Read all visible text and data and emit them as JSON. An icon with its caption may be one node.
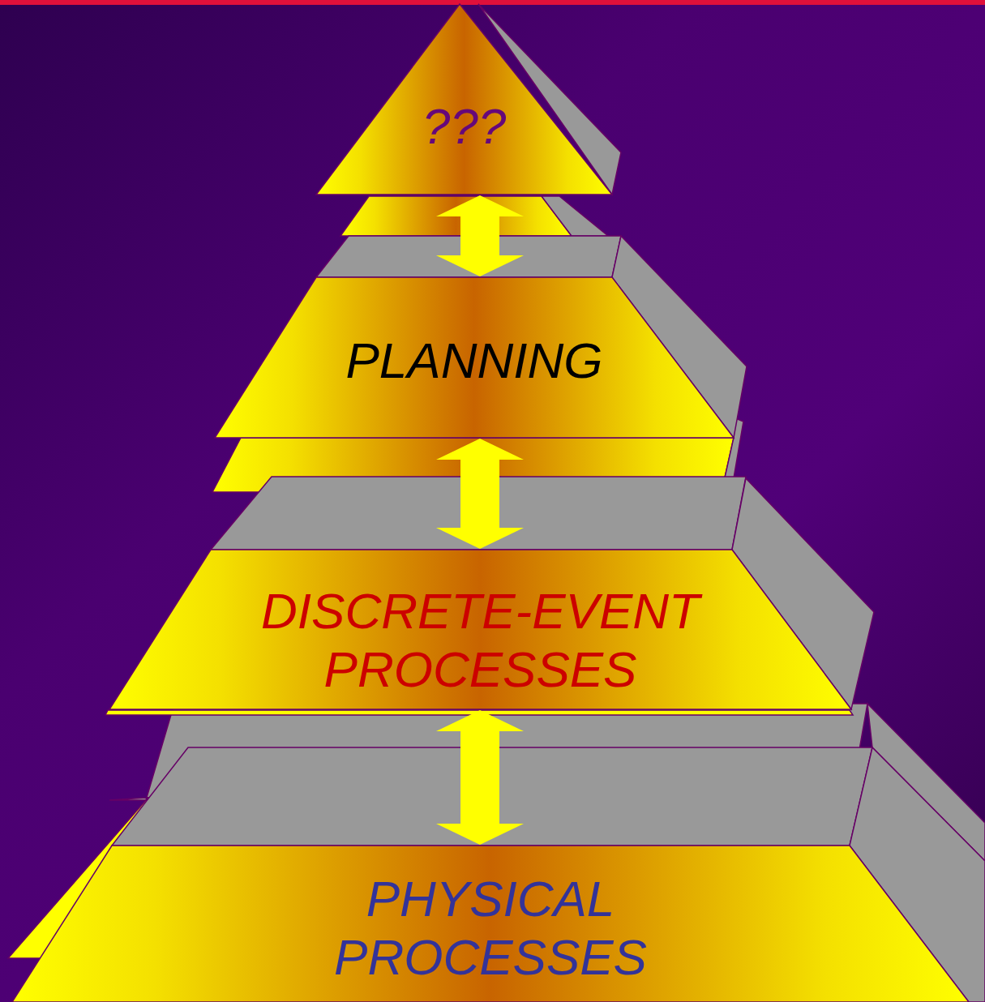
{
  "diagram": {
    "nodes": [
      {
        "text": [
          "???"
        ]
      },
      {
        "text": [
          "PLANNING"
        ]
      },
      {
        "text": [
          "DISCRETE-EVENT PROCESSES"
        ]
      },
      {
        "text": [
          "PHYSICAL PROCESSES"
        ]
      }
    ],
    "edges": [
      {
        "from": 0,
        "to": 1,
        "arrow": "both"
      },
      {
        "from": 1,
        "to": 2,
        "arrow": "both"
      },
      {
        "from": 2,
        "to": 3,
        "arrow": "both"
      }
    ]
  }
}
